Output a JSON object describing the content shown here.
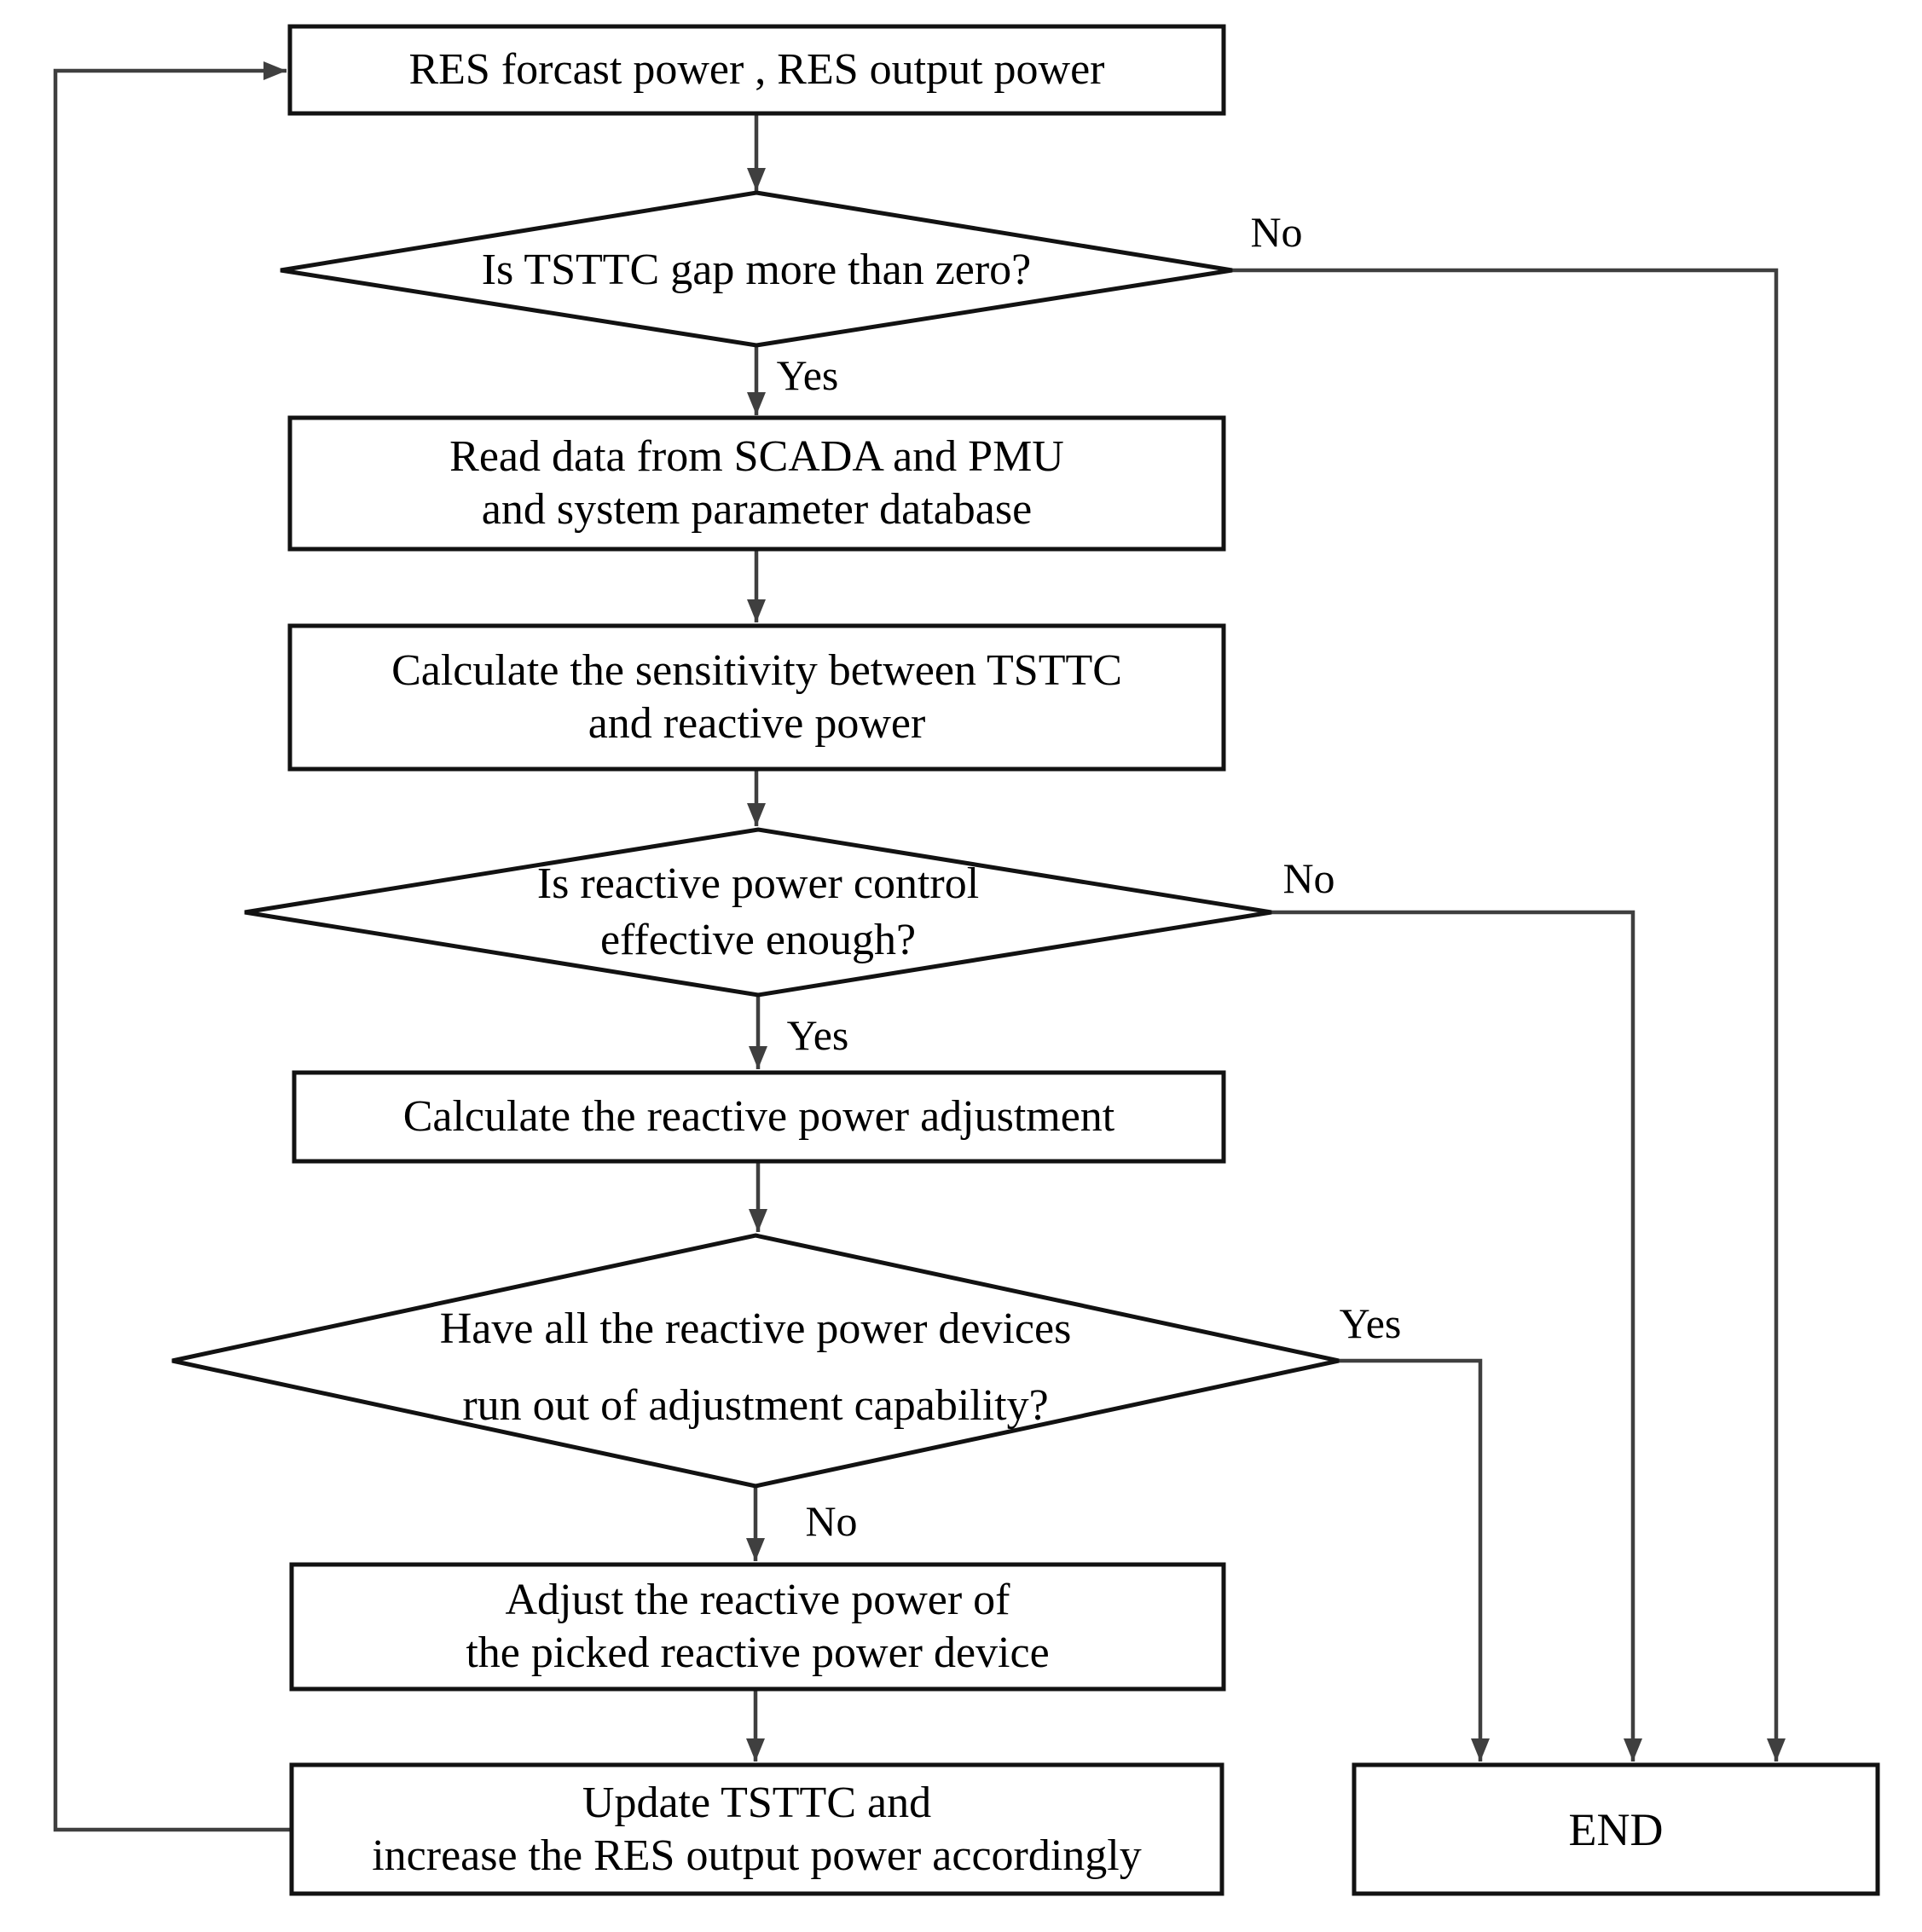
{
  "diagram": {
    "type": "flowchart",
    "background": "#ffffff",
    "colors": {
      "shape_stroke": "#121212",
      "shape_fill": "#ffffff",
      "connector": "#3f3f3f",
      "text": "#000000"
    },
    "nodes": {
      "start": {
        "shape": "rect",
        "label": "RES forcast power , RES output power"
      },
      "decision_tsttc_gap": {
        "shape": "diamond",
        "label": "Is TSTTC gap more than zero?"
      },
      "read_data": {
        "shape": "rect",
        "line1": "Read data from SCADA and PMU",
        "line2": "and system parameter database"
      },
      "calc_sensitivity": {
        "shape": "rect",
        "line1": "Calculate the sensitivity between TSTTC",
        "line2": "and reactive power"
      },
      "decision_control_effective": {
        "shape": "diamond",
        "line1": "Is reactive power control",
        "line2": "effective enough?"
      },
      "calc_adjustment": {
        "shape": "rect",
        "label": "Calculate the reactive power adjustment"
      },
      "decision_devices_capability": {
        "shape": "diamond",
        "line1": "Have all the reactive power devices",
        "line2": "run out of adjustment capability?"
      },
      "adjust_device": {
        "shape": "rect",
        "line1": "Adjust the reactive power of",
        "line2": "the picked reactive power device"
      },
      "update_tsttc": {
        "shape": "rect",
        "line1": "Update TSTTC and",
        "line2": "increase the RES output power accordingly"
      },
      "end": {
        "shape": "rect",
        "label": "END"
      }
    },
    "edge_labels": {
      "tsttc_gap_yes": "Yes",
      "tsttc_gap_no": "No",
      "control_effective_yes": "Yes",
      "control_effective_no": "No",
      "devices_capability_no": "No",
      "devices_capability_yes": "Yes"
    }
  }
}
